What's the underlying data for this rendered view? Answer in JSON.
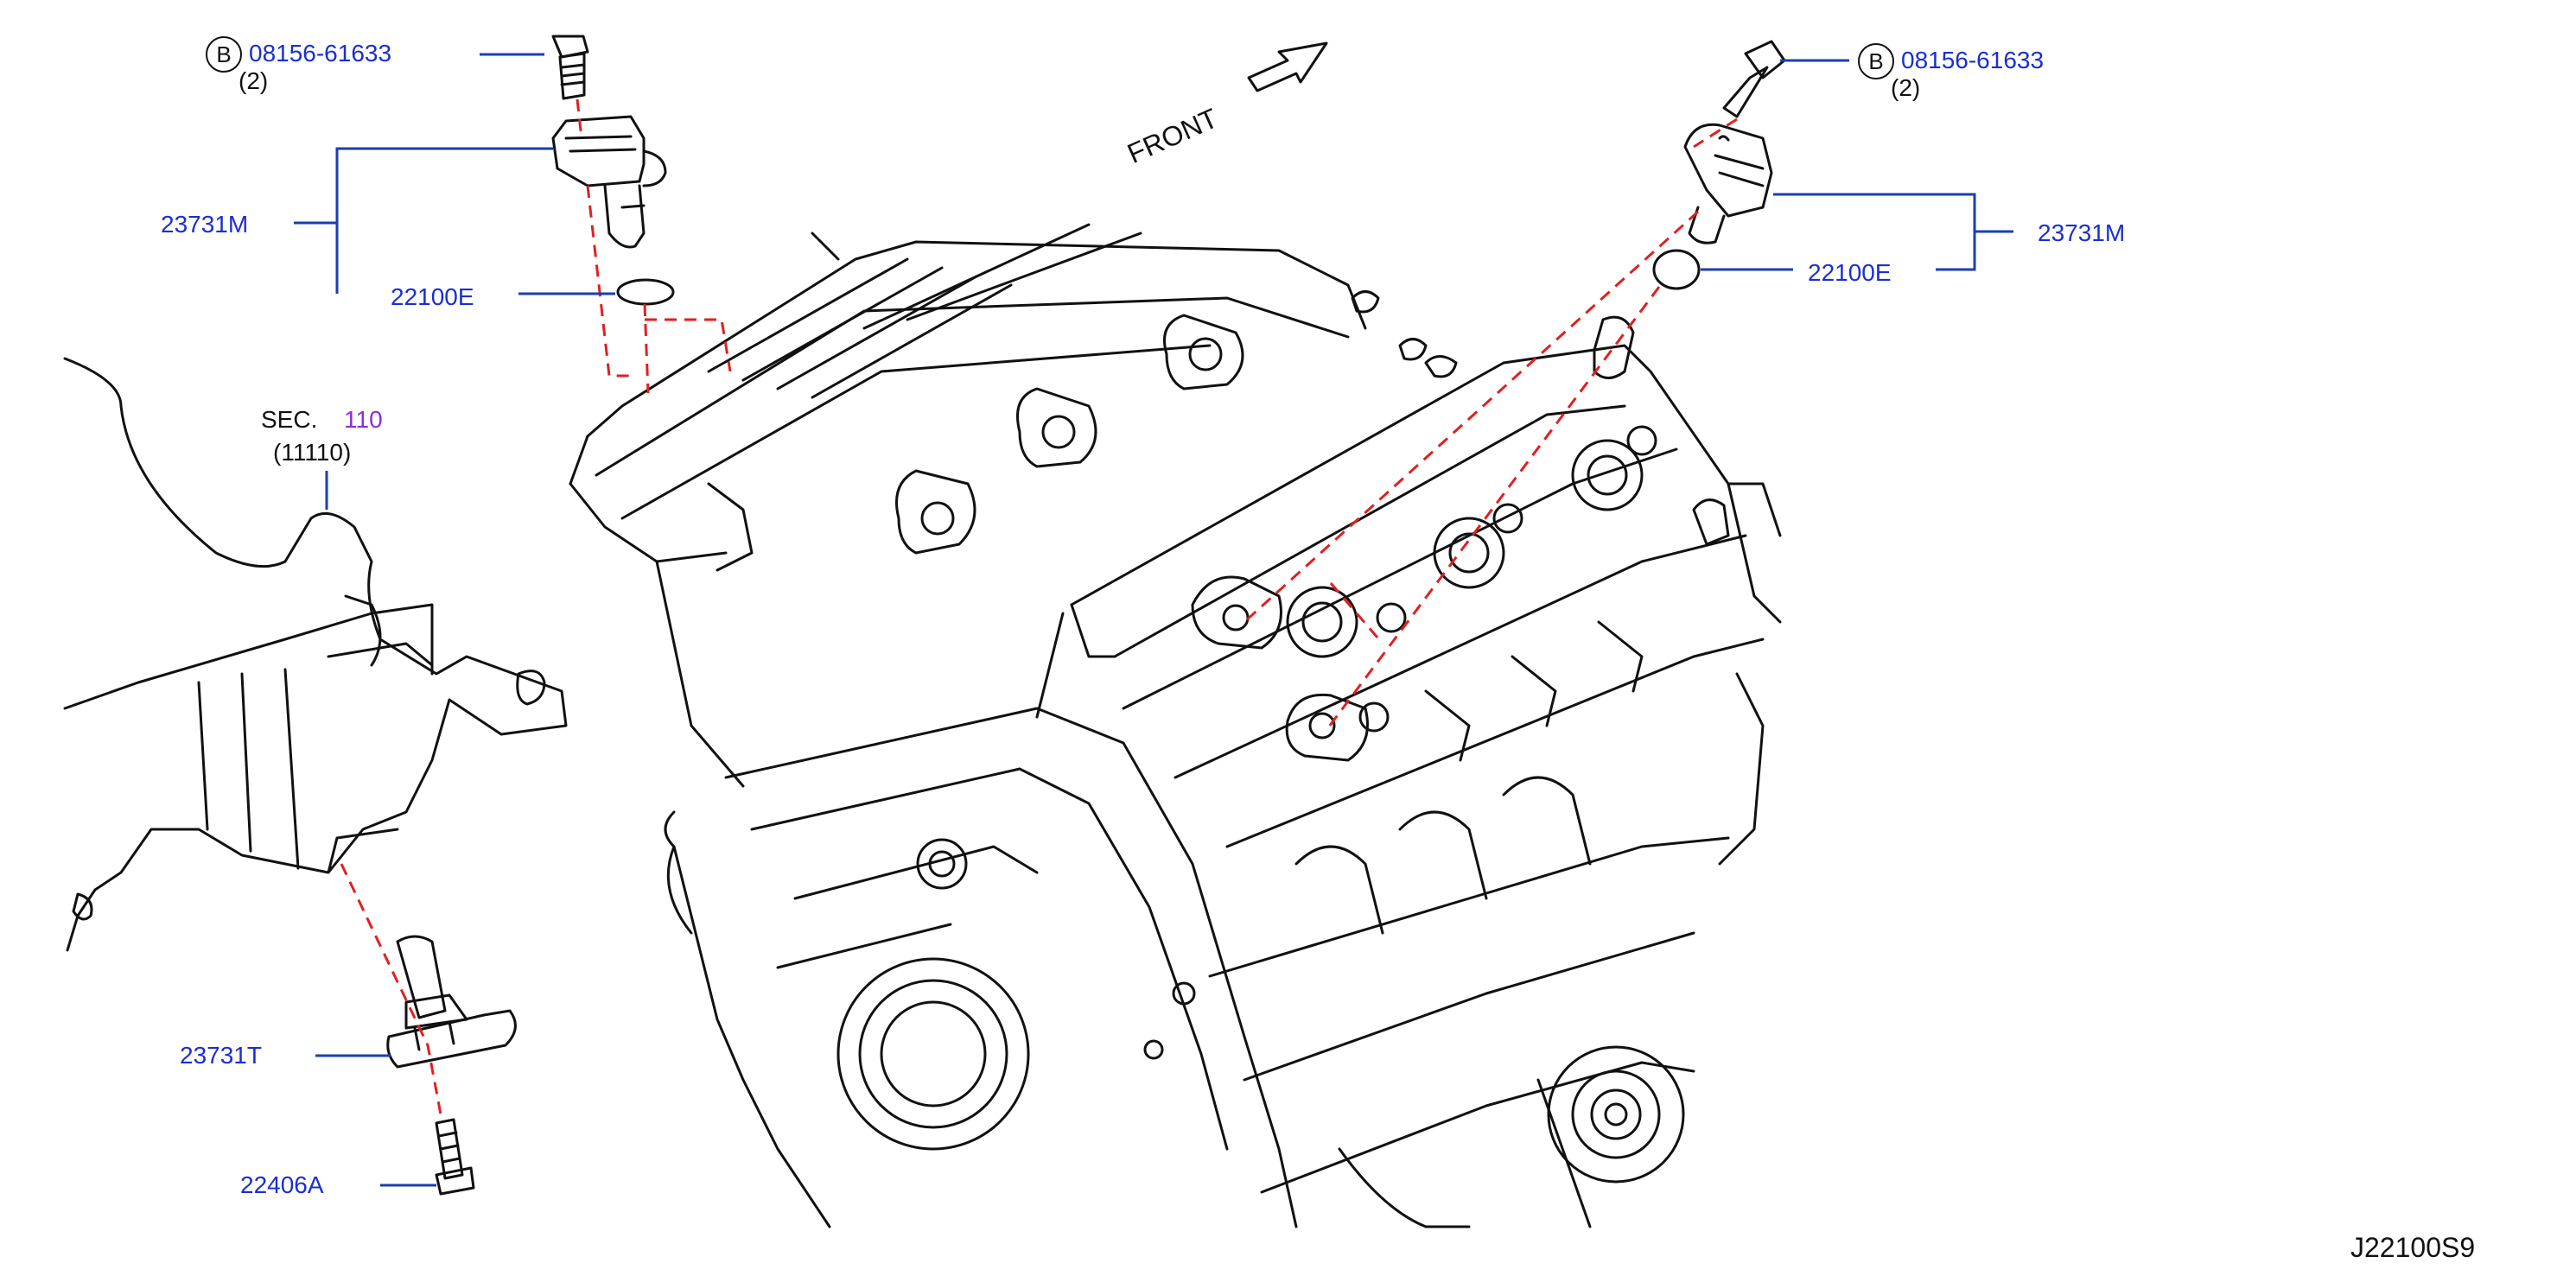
{
  "labels": {
    "bolt_left_part": "08156-61633",
    "bolt_left_qty": "(2)",
    "bolt_right_part": "08156-61633",
    "bolt_right_qty": "(2)",
    "bolt_marker": "B",
    "sensor_left_assy": "23731M",
    "oring_left": "22100E",
    "sensor_right_assy": "23731M",
    "oring_right": "22100E",
    "front": "FRONT",
    "sec_prefix": "SEC.",
    "sec_number": "110",
    "sec_sub": "(11110)",
    "crank_sensor": "23731T",
    "crank_bolt": "22406A",
    "diagram_id": "J22100S9"
  },
  "colors": {
    "leader": "#1a3fb0",
    "dash": "#e02020",
    "outline": "#111111",
    "label_blue": "#1a2fd0",
    "sec_purple": "#8b2fd8"
  }
}
